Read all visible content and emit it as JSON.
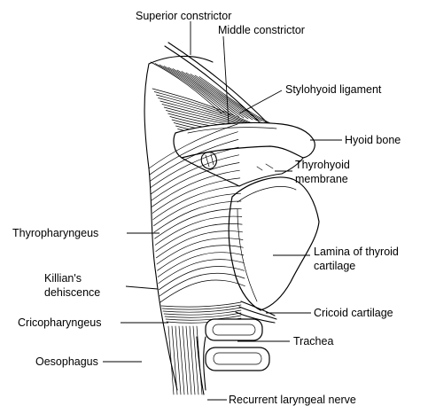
{
  "labels": {
    "superior_constrictor": "Superior constrictor",
    "middle_constrictor": "Middle constrictor",
    "stylohyoid_ligament": "Stylohyoid ligament",
    "hyoid_bone": "Hyoid bone",
    "thyrohyoid_membrane_1": "Thyrohyoid",
    "thyrohyoid_membrane_2": "membrane",
    "thyropharyngeus": "Thyropharyngeus",
    "lamina_1": "Lamina of thyroid",
    "lamina_2": "cartilage",
    "killians_1": "Killian's",
    "killians_2": "dehiscence",
    "cricoid_cartilage": "Cricoid cartilage",
    "cricopharyngeus": "Cricopharyngeus",
    "trachea": "Trachea",
    "oesophagus": "Oesophagus",
    "recurrent_laryngeal_nerve": "Recurrent laryngeal nerve"
  },
  "colors": {
    "ink": "#000000",
    "background": "#ffffff"
  }
}
